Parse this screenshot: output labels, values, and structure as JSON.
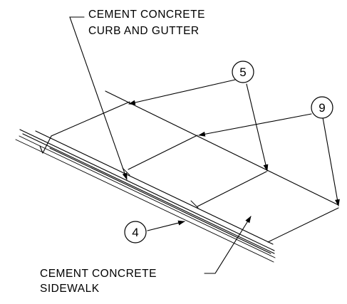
{
  "callouts": {
    "curb_gutter_line1": "CEMENT CONCRETE",
    "curb_gutter_line2": "CURB AND GUTTER",
    "sidewalk_line1": "CEMENT CONCRETE",
    "sidewalk_line2": "SIDEWALK"
  },
  "bubbles": {
    "five": "5",
    "nine": "9",
    "four": "4"
  }
}
